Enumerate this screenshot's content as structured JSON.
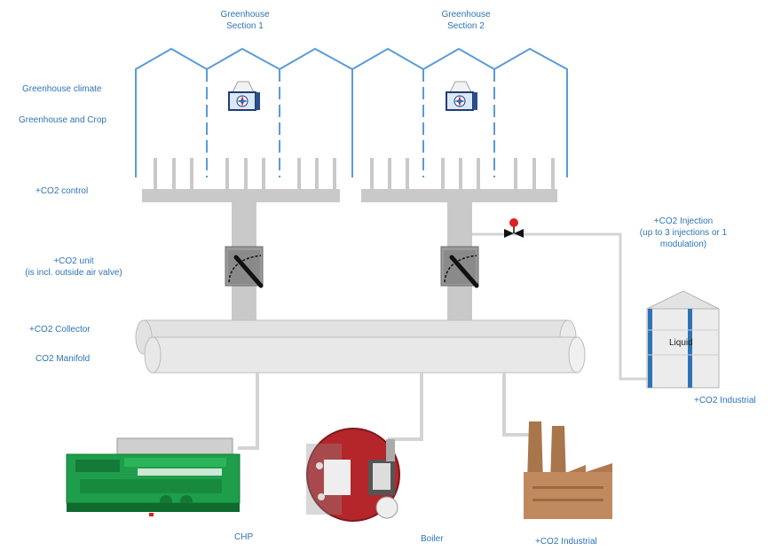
{
  "colors": {
    "label_blue": "#2e74b5",
    "house_outline": "#5b9bd5",
    "pipe_gray": "#c9c9c9",
    "collector_gray": "#e4e4e4",
    "chp_green": "#1e9e4a",
    "boiler_red": "#b5262a",
    "factory_brick": "#c08a5e"
  },
  "labels": {
    "section1": "Greenhouse\nSection 1",
    "section2": "Greenhouse\nSection 2",
    "greenhouse_climate": "Greenhouse climate",
    "greenhouse_crop": "Greenhouse and Crop",
    "co2_control": "+CO2 control",
    "co2_unit": "+CO2 unit\n(is incl. outside air valve)",
    "co2_collector": "+CO2 Collector",
    "co2_manifold": "CO2 Manifold",
    "co2_injection": "+CO2 Injection\n(up to 3 injections or 1\nmodulation)",
    "liquid": "Liquid",
    "co2_industrial_tank": "+CO2 Industrial",
    "chp": "CHP",
    "boiler": "Boiler",
    "co2_industrial_factory": "+CO2 Industrial"
  },
  "icons": {
    "climate_unit_1": "climate-unit-icon",
    "climate_unit_2": "climate-unit-icon",
    "co2_unit_1": "damper-valve-icon",
    "co2_unit_2": "damper-valve-icon",
    "injection_valve": "motorized-valve-icon",
    "tank": "liquid-co2-tank-icon",
    "chp": "chp-engine-icon",
    "boiler": "boiler-icon",
    "factory": "factory-icon"
  }
}
